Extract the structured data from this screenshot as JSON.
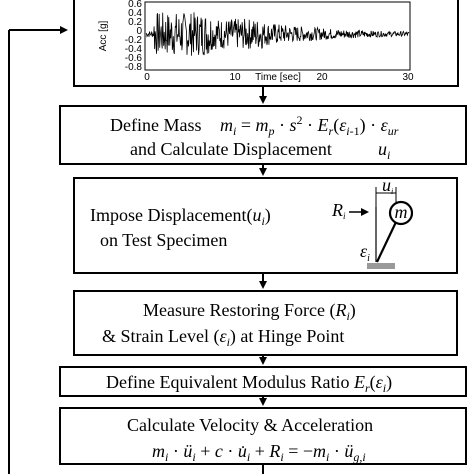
{
  "seismogram": {
    "y_axis_label": "Acc [g]",
    "x_axis_label": "Time [sec]",
    "y_ticks": [
      "0.6",
      "0.4",
      "0.2",
      "0",
      "-0.2",
      "-0.4",
      "-0.6",
      "-0.8"
    ],
    "x_ticks": [
      "0",
      "10",
      "20",
      "30"
    ]
  },
  "steps": {
    "define_mass": {
      "line1_prefix": "Define Mass",
      "line2": "and Calculate Displacement"
    },
    "impose_displacement": {
      "line1": "Impose Displacement(",
      "line2": "on Test Specimen"
    },
    "measure_force": {
      "line1": "Measure Restoring Force (",
      "line2": "&  Strain Level (",
      "line2_suffix": ") at Hinge Point"
    },
    "define_modulus": {
      "text": "Define Equivalent Modulus Ratio "
    },
    "calculate_velocity": {
      "line1": "Calculate Velocity & Acceleration"
    }
  }
}
